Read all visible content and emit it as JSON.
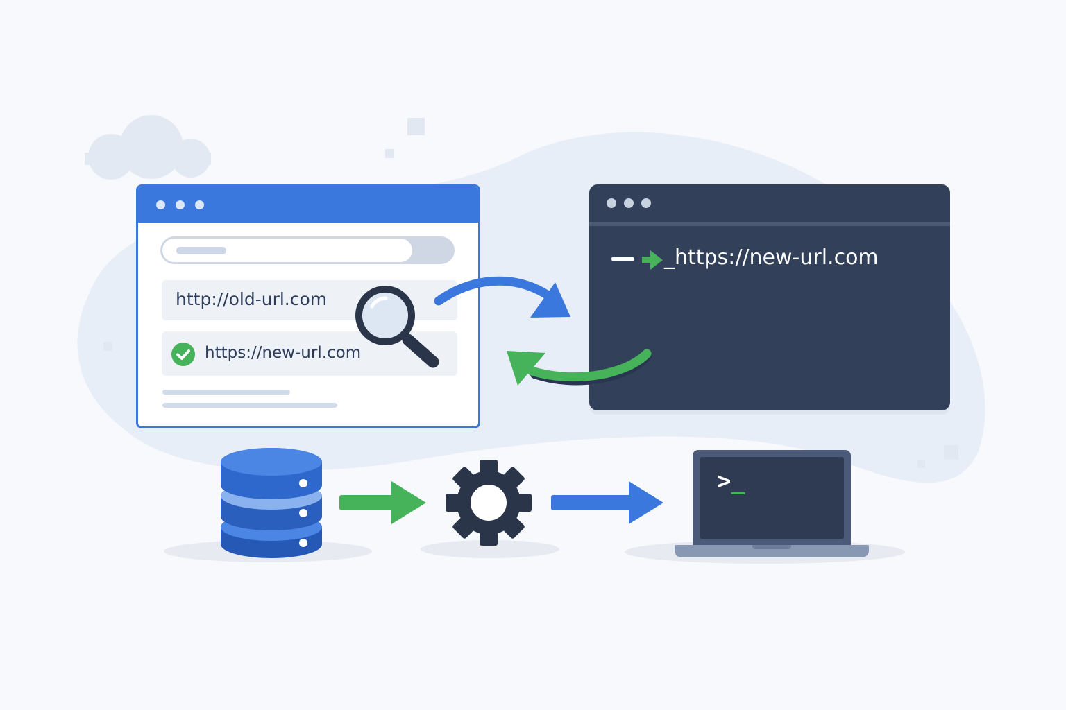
{
  "browser": {
    "old_url": "http://old-url.com",
    "new_url": "https://new-url.com"
  },
  "terminal": {
    "command": "_https://new-url.com"
  },
  "laptop": {
    "prompt": ">",
    "cursor": "_"
  },
  "colors": {
    "primary_blue": "#3b78dd",
    "success_green": "#46b35a",
    "dark_navy": "#33405a",
    "background": "#f7f9fc"
  },
  "icons": [
    "cloud-icon",
    "magnifier-icon",
    "check-icon",
    "database-icon",
    "gear-icon",
    "laptop-icon"
  ]
}
